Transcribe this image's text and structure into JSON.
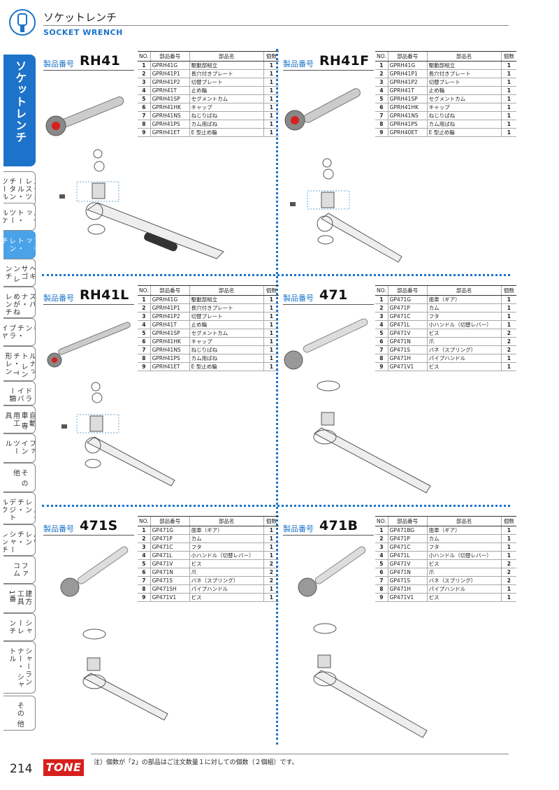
{
  "header": {
    "title": "ソケットレンチ",
    "subtitle": "SOCKET WRENCH",
    "icon": "socket-wrench-icon"
  },
  "sidebar": {
    "active": "ソケットレンチ",
    "tabs": [
      "ステンレスツール・ チタンツール",
      "ツールセット・ ツールケース",
      "ソケット・ レンチ",
      "ヘキサゴン レンチ",
      "スパナ・ めがねレンチ",
      "モンキレンチ・ プライヤ類",
      "ホイールナット レンチ・ T形レンチ",
      "ドライバー類",
      "自動車 専用工具",
      "ファイン ツール",
      "そ の 他",
      "トルクレンチ・ デジトルク",
      "パワーレンチ・ シャーレンチ",
      "ファコム",
      "建方工具 1番",
      "シャーレンチ",
      "シャーランナー・ シャトル",
      "その 他"
    ]
  },
  "table_headers": {
    "no": "NO.",
    "pn": "部品番号",
    "nm": "部品名",
    "qty": "個数"
  },
  "product_label": "製品番号",
  "products": [
    {
      "code": "RH41",
      "rows": [
        [
          "1",
          "GPRH41G",
          "駆動部組立",
          "1"
        ],
        [
          "2",
          "GPRH41P1",
          "長穴付きプレート",
          "1"
        ],
        [
          "3",
          "GPRH41P2",
          "切替プレート",
          "1"
        ],
        [
          "4",
          "GPRH41T",
          "止め輪",
          "1"
        ],
        [
          "5",
          "GPRH41SP",
          "セグメントカム",
          "1"
        ],
        [
          "6",
          "GPRH41HK",
          "キャップ",
          "1"
        ],
        [
          "7",
          "GPRH41NS",
          "ねじりばね",
          "1"
        ],
        [
          "8",
          "GPRH41PS",
          "カム用ばね",
          "1"
        ],
        [
          "9",
          "GPRH41ET",
          "E 型止め輪",
          "1"
        ]
      ]
    },
    {
      "code": "RH41F",
      "rows": [
        [
          "1",
          "GPRH41G",
          "駆動部組立",
          "1"
        ],
        [
          "2",
          "GPRH41P1",
          "長穴付きプレート",
          "1"
        ],
        [
          "3",
          "GPRH41P2",
          "切替プレート",
          "1"
        ],
        [
          "4",
          "GPRH41T",
          "止め輪",
          "1"
        ],
        [
          "5",
          "GPRH41SP",
          "セグメントカム",
          "1"
        ],
        [
          "6",
          "GPRH41HK",
          "キャップ",
          "1"
        ],
        [
          "7",
          "GPRH41NS",
          "ねじりばね",
          "1"
        ],
        [
          "8",
          "GPRH41PS",
          "カム用ばね",
          "1"
        ],
        [
          "9",
          "GPRH40ET",
          "E 型止め輪",
          "1"
        ]
      ]
    },
    {
      "code": "RH41L",
      "rows": [
        [
          "1",
          "GPRH41G",
          "駆動部組立",
          "1"
        ],
        [
          "2",
          "GPRH41P1",
          "長穴付きプレート",
          "1"
        ],
        [
          "3",
          "GPRH41P2",
          "切替プレート",
          "1"
        ],
        [
          "4",
          "GPRH41T",
          "止め輪",
          "1"
        ],
        [
          "5",
          "GPRH41SP",
          "セグメントカム",
          "1"
        ],
        [
          "6",
          "GPRH41HK",
          "キャップ",
          "1"
        ],
        [
          "7",
          "GPRH41NS",
          "ねじりばね",
          "1"
        ],
        [
          "8",
          "GPRH41PS",
          "カム用ばね",
          "1"
        ],
        [
          "9",
          "GPRH41ET",
          "E 型止め輪",
          "1"
        ]
      ]
    },
    {
      "code": "471",
      "rows": [
        [
          "1",
          "GP471G",
          "歯車（ギア）",
          "1"
        ],
        [
          "2",
          "GP471P",
          "カム",
          "1"
        ],
        [
          "3",
          "GP471C",
          "フタ",
          "1"
        ],
        [
          "4",
          "GP471L",
          "小ハンドル（切替レバー）",
          "1"
        ],
        [
          "5",
          "GP471V",
          "ビス",
          "2"
        ],
        [
          "6",
          "GP471N",
          "爪",
          "2"
        ],
        [
          "7",
          "GP471S",
          "バネ（スプリング）",
          "2"
        ],
        [
          "8",
          "GP471H",
          "パイプハンドル",
          "1"
        ],
        [
          "9",
          "GP471V1",
          "ビス",
          "1"
        ]
      ]
    },
    {
      "code": "471S",
      "rows": [
        [
          "1",
          "GP471G",
          "歯車（ギア）",
          "1"
        ],
        [
          "2",
          "GP471P",
          "カム",
          "1"
        ],
        [
          "3",
          "GP471C",
          "フタ",
          "1"
        ],
        [
          "4",
          "GP471L",
          "小ハンドル（切替レバー）",
          "1"
        ],
        [
          "5",
          "GP471V",
          "ビス",
          "2"
        ],
        [
          "6",
          "GP471N",
          "爪",
          "2"
        ],
        [
          "7",
          "GP471S",
          "バネ（スプリング）",
          "2"
        ],
        [
          "8",
          "GP471SH",
          "パイプハンドル",
          "1"
        ],
        [
          "9",
          "GP471V1",
          "ビス",
          "1"
        ]
      ]
    },
    {
      "code": "471B",
      "rows": [
        [
          "1",
          "GP471BG",
          "歯車（ギア）",
          "1"
        ],
        [
          "2",
          "GP471P",
          "カム",
          "1"
        ],
        [
          "3",
          "GP471C",
          "フタ",
          "1"
        ],
        [
          "4",
          "GP471L",
          "小ハンドル（切替レバー）",
          "1"
        ],
        [
          "5",
          "GP471V",
          "ビス",
          "2"
        ],
        [
          "6",
          "GP471N",
          "爪",
          "2"
        ],
        [
          "7",
          "GP471S",
          "バネ（スプリング）",
          "2"
        ],
        [
          "8",
          "GP471H",
          "パイプハンドル",
          "1"
        ],
        [
          "9",
          "GP471V1",
          "ビス",
          "1"
        ]
      ]
    }
  ],
  "footer": {
    "page_number": "214",
    "brand": "TONE",
    "note": "注）個数が「2」の部品はご注文数量１に対しての個数（２個組）です。"
  }
}
